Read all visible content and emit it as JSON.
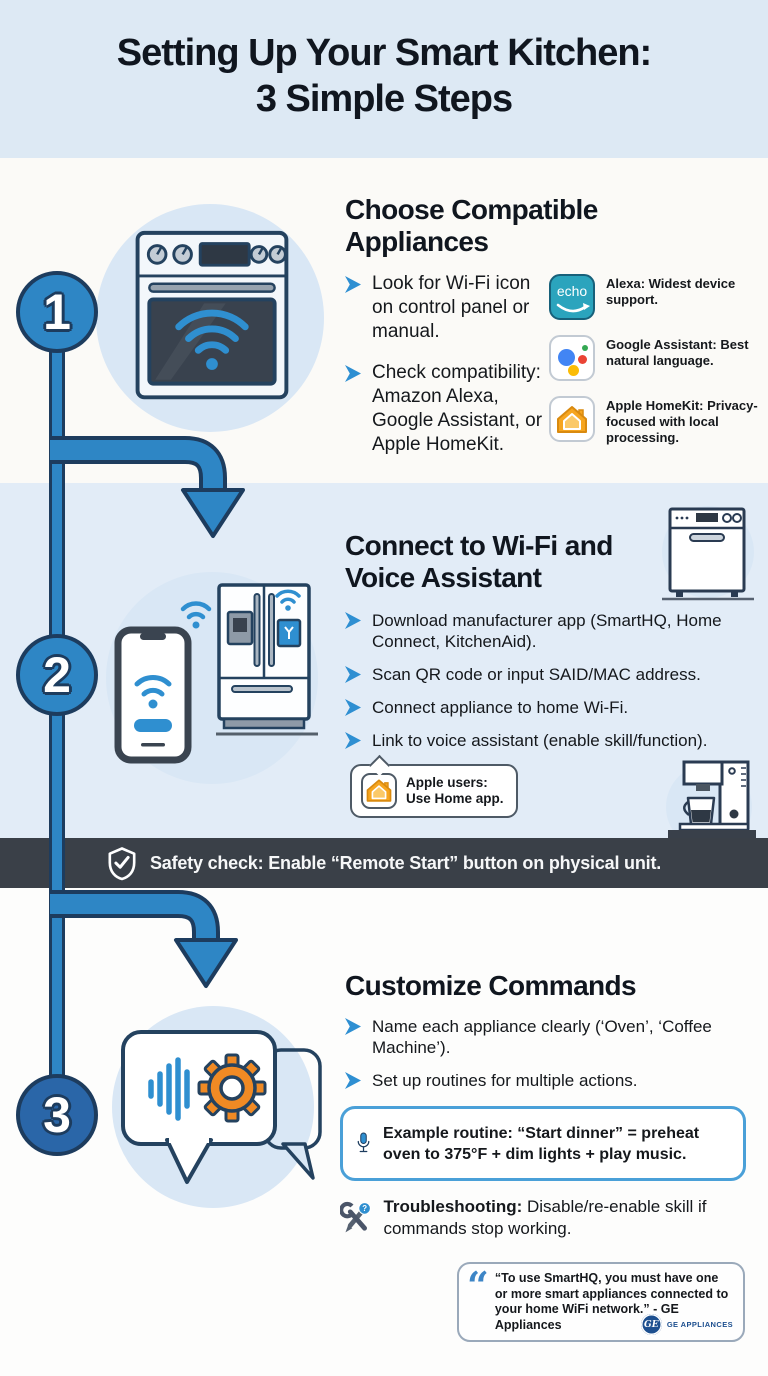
{
  "header": {
    "title_line1": "Setting Up Your Smart Kitchen:",
    "title_line2": "3 Simple Steps"
  },
  "steps": [
    {
      "number": "1",
      "title": "Choose Compatible Appliances",
      "bullets": [
        "Look for Wi-Fi icon on control panel or manual.",
        "Check compatibility: Amazon Alexa, Google Assistant, or Apple HomeKit."
      ],
      "assistants": [
        {
          "badge_label": "echo",
          "text": "Alexa: Widest device support."
        },
        {
          "text": "Google Assistant: Best natural language."
        },
        {
          "text": "Apple HomeKit: Privacy-focused with local processing."
        }
      ]
    },
    {
      "number": "2",
      "title": "Connect to Wi-Fi and Voice Assistant",
      "bullets": [
        "Download manufacturer app (SmartHQ, Home Connect, KitchenAid).",
        "Scan QR code or input SAID/MAC address.",
        "Connect appliance to home Wi-Fi.",
        "Link to voice assistant (enable skill/function)."
      ],
      "callout": {
        "line1": "Apple users:",
        "line2": "Use Home app."
      }
    },
    {
      "number": "3",
      "title": "Customize Commands",
      "bullets": [
        "Name each appliance clearly (‘Oven’, ‘Coffee Machine’).",
        "Set up routines for multiple actions."
      ],
      "example_routine": "Example routine: “Start dinner” = preheat oven to 375°F + dim lights + play music.",
      "troubleshooting": {
        "prefix": "Troubleshooting:",
        "rest": " Disable/re-enable skill if commands stop working."
      }
    }
  ],
  "safety_banner": {
    "text": "Safety check: Enable “Remote Start” button on physical unit."
  },
  "quote": {
    "text": "“To use SmartHQ, you must have one or more smart appliances connected to your home WiFi network.” - GE Appliances",
    "logo_text": "GE",
    "attribution": "GE APPLIANCES"
  },
  "colors": {
    "accent_blue": "#2e86c5",
    "outline_navy": "#1d3c5e",
    "header_bg": "#dde9f4",
    "step2_bg": "#e2ecf7",
    "banner_bg": "#3a4048",
    "echo_teal": "#2ba4bd",
    "gear_orange": "#f08a24",
    "homekit_orange": "#f6a51f",
    "google_blue": "#4285f4",
    "google_red": "#ea4335",
    "google_yellow": "#fbbc05",
    "google_green": "#34a853",
    "ge_navy": "#1d4f8f"
  }
}
